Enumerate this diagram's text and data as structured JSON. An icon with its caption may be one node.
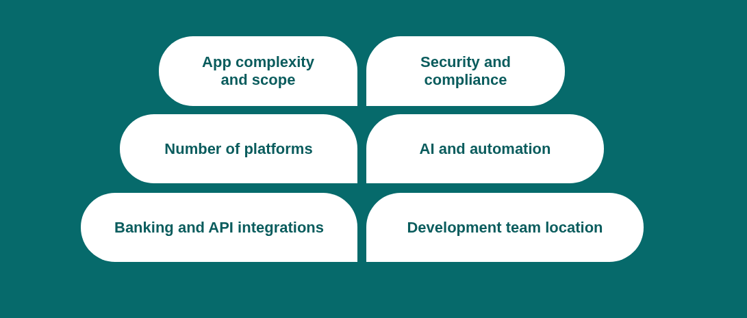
{
  "diagram": {
    "nodes": [
      {
        "text": [
          "App complexity and scope"
        ]
      },
      {
        "text": [
          "Security and compliance"
        ]
      },
      {
        "text": [
          "Number of platforms"
        ]
      },
      {
        "text": [
          "AI and automation"
        ]
      },
      {
        "text": [
          "Banking and API integrations"
        ]
      },
      {
        "text": [
          "Development team location"
        ]
      }
    ],
    "edges": []
  }
}
